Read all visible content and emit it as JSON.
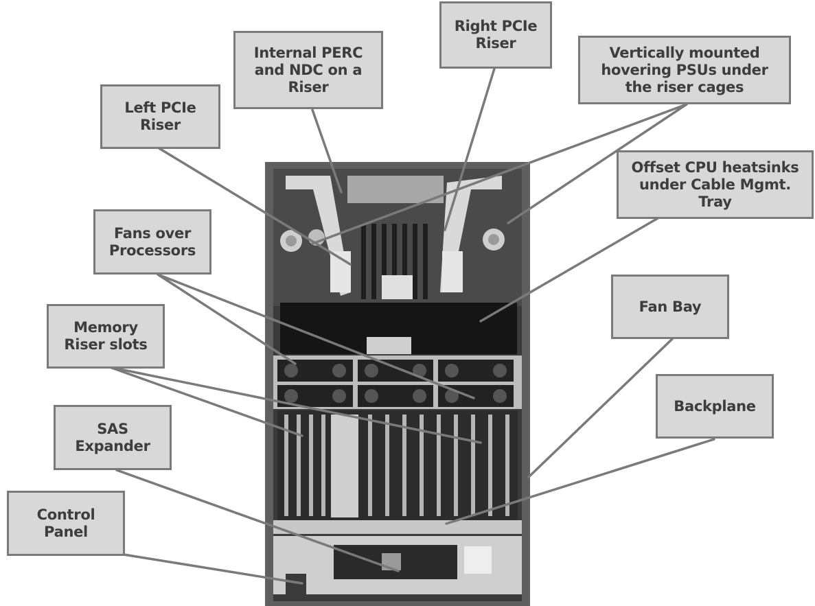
{
  "labels": {
    "left_pcie_riser": "Left PCIe\nRiser",
    "internal_perc": "Internal PERC\nand NDC on a\nRiser",
    "right_pcie_riser": "Right PCIe\nRiser",
    "vertically_mounted_psus": "Vertically mounted\nhovering PSUs under\nthe riser cages",
    "offset_cpu_heatsinks": "Offset CPU heatsinks\nunder Cable Mgmt.\nTray",
    "fans_over_processors": "Fans over\nProcessors",
    "memory_riser_slots": "Memory\nRiser slots",
    "fan_bay": "Fan Bay",
    "backplane": "Backplane",
    "sas_expander": "SAS\nExpander",
    "control_panel": "Control\nPanel"
  },
  "colors": {
    "callout_fill": "#d8d8d8",
    "callout_border": "#7a7a7a",
    "leader_line": "#7a7a7a",
    "text": "#3d3d3d"
  }
}
